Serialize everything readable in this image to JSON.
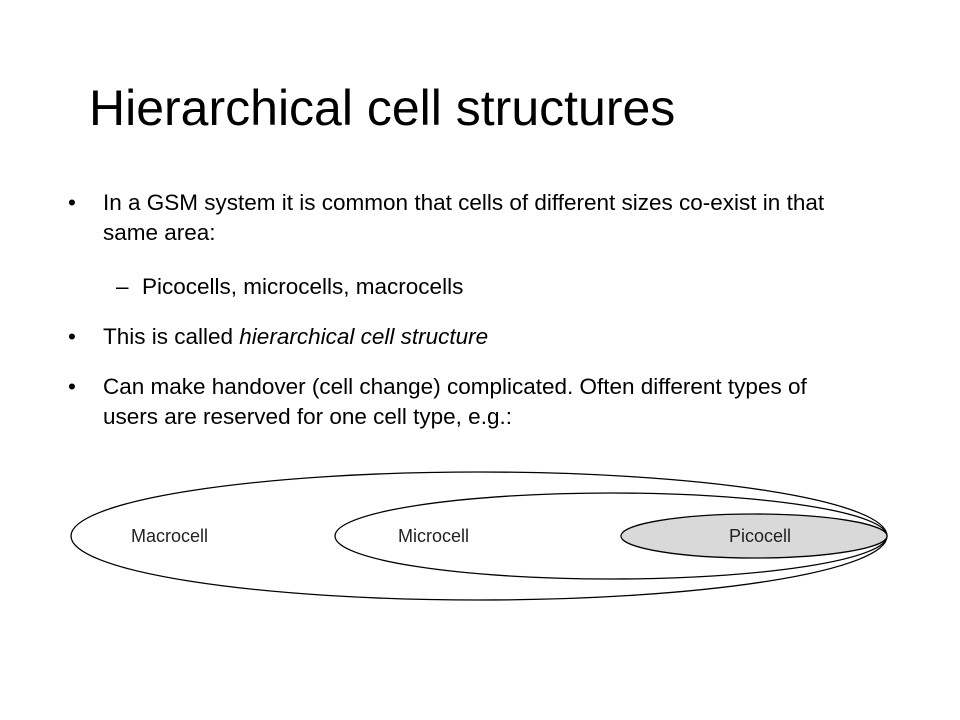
{
  "slide": {
    "title": "Hierarchical cell structures"
  },
  "bullets": [
    {
      "marker": "•",
      "text": "In a GSM system it is common that cells of different sizes co-exist in that same area:"
    },
    {
      "marker": "–",
      "text": "Picocells, microcells, macrocells"
    },
    {
      "marker": "•",
      "text_before": "This is called ",
      "text_emphasis": "hierarchical cell structure"
    },
    {
      "marker": "•",
      "text": "Can make handover (cell change) complicated. Often different types of users are reserved for one cell type, e.g.:"
    }
  ],
  "diagram": {
    "macrocell_label": "Macrocell",
    "microcell_label": "Microcell",
    "picocell_label": "Picocell",
    "picocell_fill": "#d9d9d9",
    "outline_color": "#000000"
  }
}
